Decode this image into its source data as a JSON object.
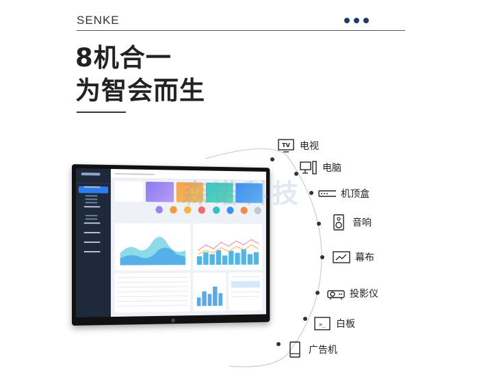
{
  "brand": "SENKE",
  "headline": {
    "line1": "8机合一",
    "line2": "为智会而生"
  },
  "watermark": "森诺科技",
  "features": [
    {
      "label": "电视",
      "icon": "tv-icon",
      "icon_text": "TV"
    },
    {
      "label": "电脑",
      "icon": "computer-icon"
    },
    {
      "label": "机顶盒",
      "icon": "set-top-box-icon"
    },
    {
      "label": "音响",
      "icon": "speaker-icon"
    },
    {
      "label": "幕布",
      "icon": "projection-screen-icon"
    },
    {
      "label": "投影仪",
      "icon": "projector-icon"
    },
    {
      "label": "白板",
      "icon": "whiteboard-icon",
      "icon_text": ">_"
    },
    {
      "label": "广告机",
      "icon": "signage-display-icon"
    }
  ],
  "colors": {
    "dots": "#1f3a6e",
    "text": "#222222",
    "arc": "#c9ced6"
  }
}
